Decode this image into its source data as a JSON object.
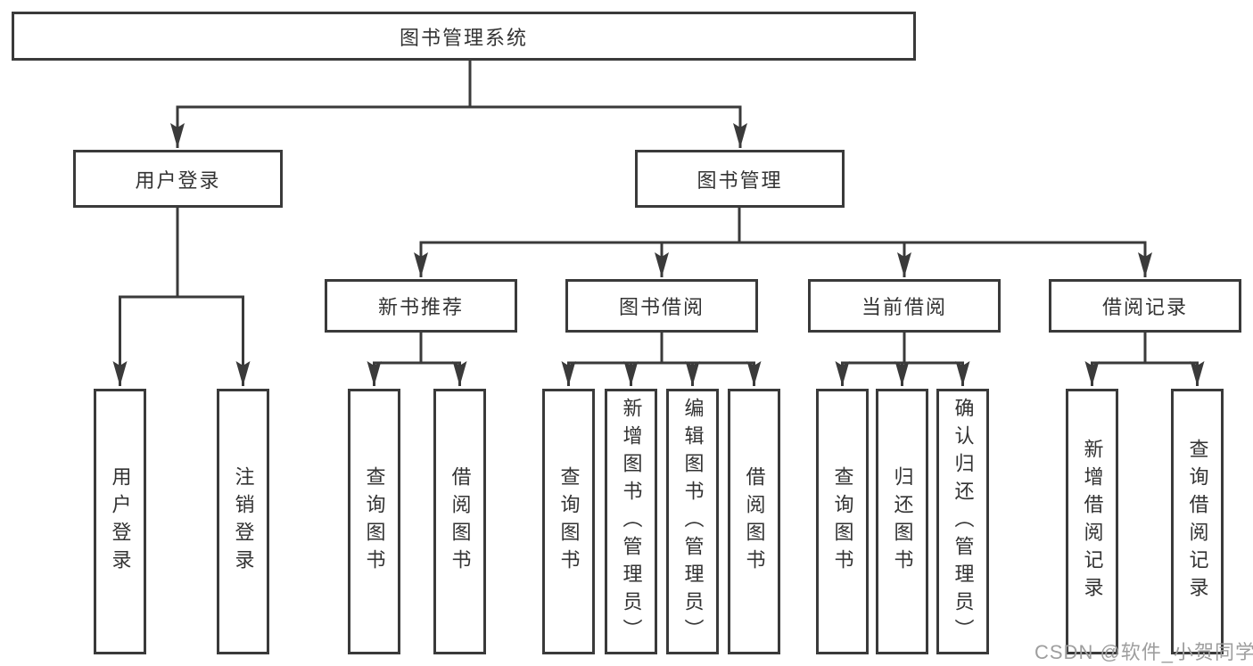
{
  "tree": {
    "root": "图书管理系统",
    "branches": [
      {
        "label": "用户登录",
        "children": [
          {
            "label": "用户登录"
          },
          {
            "label": "注销登录"
          }
        ]
      },
      {
        "label": "图书管理",
        "children": [
          {
            "label": "新书推荐",
            "children": [
              {
                "label": "查询图书"
              },
              {
                "label": "借阅图书"
              }
            ]
          },
          {
            "label": "图书借阅",
            "children": [
              {
                "label": "查询图书"
              },
              {
                "label": "新增图书（管理员）"
              },
              {
                "label": "编辑图书（管理员）"
              },
              {
                "label": "借阅图书"
              }
            ]
          },
          {
            "label": "当前借阅",
            "children": [
              {
                "label": "查询图书"
              },
              {
                "label": "归还图书"
              },
              {
                "label": "确认归还（管理员）"
              }
            ]
          },
          {
            "label": "借阅记录",
            "children": [
              {
                "label": "新增借阅记录"
              },
              {
                "label": "查询借阅记录"
              }
            ]
          }
        ]
      }
    ]
  },
  "watermark": "CSDN @软件_小贺同学",
  "colors": {
    "line": "#3a3a3a",
    "text": "#333333",
    "background": "#ffffff",
    "watermark": "#9e9e9e"
  }
}
